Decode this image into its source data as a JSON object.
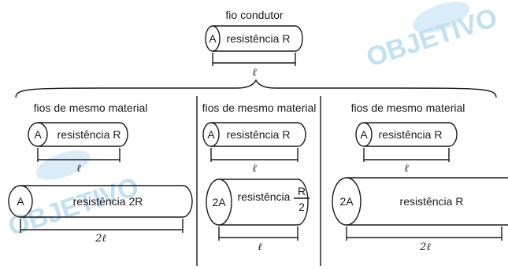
{
  "top": {
    "title": "fio condutor",
    "area": "A",
    "resistance": "resistência R",
    "length": "ℓ"
  },
  "panels": [
    {
      "title": "fios de mesmo material",
      "reference": {
        "area": "A",
        "resistance": "resistência R",
        "length": "ℓ"
      },
      "variant": {
        "area": "A",
        "resistance": "resistência 2R",
        "length": "2ℓ"
      }
    },
    {
      "title": "fios de mesmo material",
      "reference": {
        "area": "A",
        "resistance": "resistência R",
        "length": "ℓ"
      },
      "variant": {
        "area": "2A",
        "resistance": "resistência",
        "fraction_num": "R",
        "fraction_den": "2",
        "length": "ℓ"
      }
    },
    {
      "title": "fios de mesmo material",
      "reference": {
        "area": "A",
        "resistance": "resistência R",
        "length": "ℓ"
      },
      "variant": {
        "area": "2A",
        "resistance": "resistência R",
        "length": "2ℓ"
      }
    }
  ],
  "watermark": "OBJETIVO",
  "colors": {
    "ink": "#1a1a1a",
    "watermark": "#8ec7ea"
  }
}
